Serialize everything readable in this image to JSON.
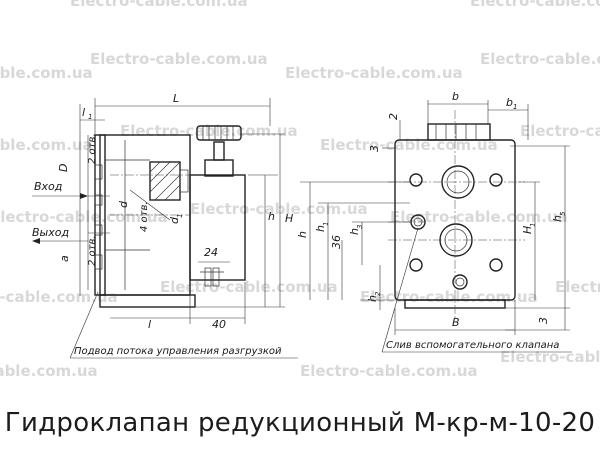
{
  "caption": "Гидроклапан редукционный М-кр-м-10-20",
  "watermark": "Electro-cable.com.ua",
  "left_view": {
    "dim_L": "L",
    "dim_l1": "l",
    "dim_l1_sub": "1",
    "dim_H": "H",
    "dim_h": "h",
    "dim_l": "l",
    "dim_40": "40",
    "dim_24": "24",
    "dim_D": "D",
    "dim_d1": "d",
    "dim_d1_sub": "1",
    "dim_d": "d",
    "dim_a": "a",
    "holes_top": "2 отв.",
    "holes_bottom": "2 отв.",
    "holes_mid": "4 отв.",
    "inlet": "Вход",
    "outlet": "Выход",
    "leader_note": "Подвод потока управления разгрузкой"
  },
  "right_view": {
    "dim_b": "b",
    "dim_b1": "b",
    "dim_b1_sub": "1",
    "dim_2": "2",
    "dim_3": "3",
    "dim_h": "h",
    "dim_h1": "h",
    "dim_h1_sub": "1",
    "dim_h2": "h",
    "dim_h2_sub": "2",
    "dim_h3": "h",
    "dim_h3_sub": "3",
    "dim_36": "36",
    "dim_H1": "H",
    "dim_H1_sub": "1",
    "dim_H5": "h",
    "dim_H5_sub": "5",
    "dim_B": "B",
    "dim_3_bottom": "3",
    "leader_note": "Слив вспомогательного клапана"
  },
  "colors": {
    "line": "#222222",
    "watermark": "#d4d4d4",
    "caption": "#1c1c1c"
  }
}
